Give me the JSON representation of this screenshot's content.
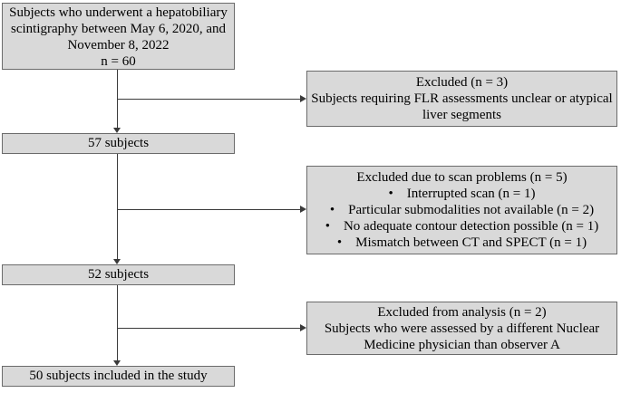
{
  "colors": {
    "box_fill": "#d9d9d9",
    "box_border": "#6b6b6b",
    "connector": "#3a3a3a",
    "text": "#000000"
  },
  "flowchart": {
    "main_boxes": [
      {
        "id": "start",
        "text": "Subjects who underwent a hepatobiliary\nscintigraphy between May 6, 2020, and\nNovember 8, 2022\nn = 60"
      },
      {
        "id": "after_exclusion_1",
        "text": "57 subjects"
      },
      {
        "id": "after_exclusion_2",
        "text": "52 subjects"
      },
      {
        "id": "included",
        "text": "50 subjects included in the study"
      }
    ],
    "exclusion_boxes": [
      {
        "id": "excluded_flr",
        "text": "Excluded (n = 3)\nSubjects requiring FLR assessments unclear or atypical\nliver segments"
      },
      {
        "id": "excluded_scan_problems",
        "text": "Excluded due to scan problems (n = 5)\n•    Interrupted scan (n = 1)\n•    Particular submodalities not available (n = 2)\n•    No adequate contour detection possible (n = 1)\n•    Mismatch between CT and SPECT (n = 1)"
      },
      {
        "id": "excluded_analysis",
        "text": "Excluded from analysis (n = 2)\nSubjects who were assessed by a different Nuclear\nMedicine physician than observer A"
      }
    ]
  }
}
